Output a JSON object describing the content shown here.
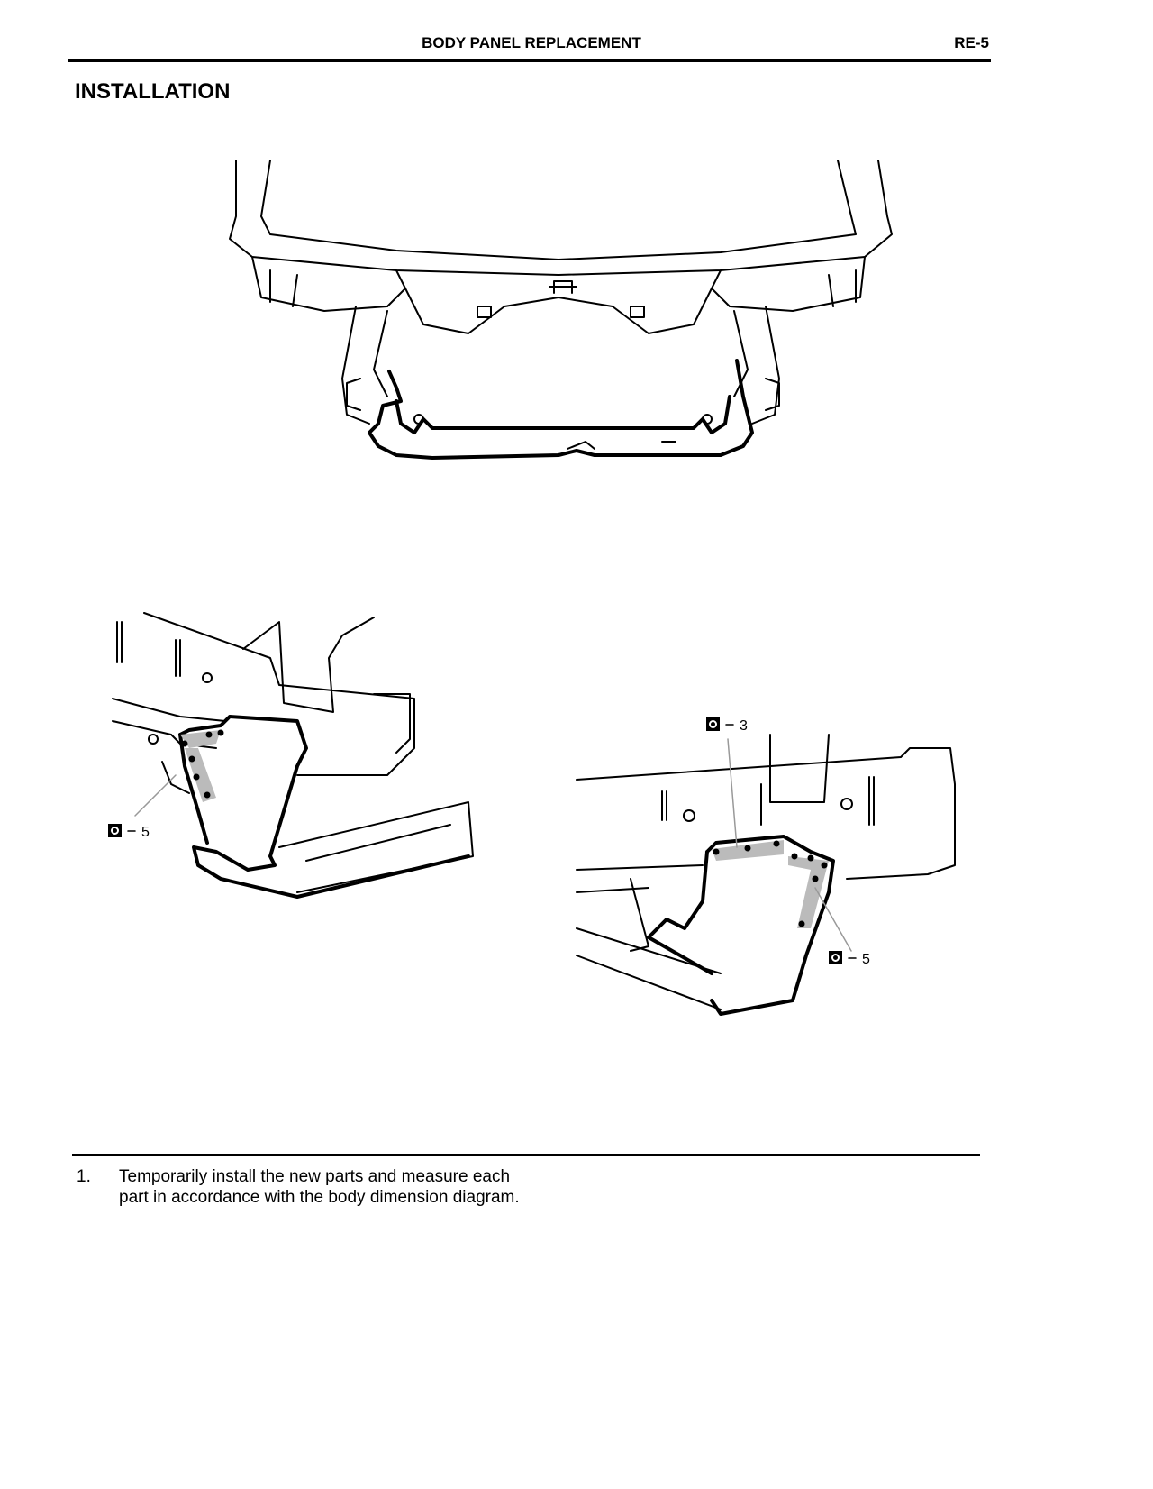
{
  "header": {
    "title": "BODY PANEL REPLACEMENT",
    "page": "RE-5"
  },
  "section_title": "INSTALLATION",
  "figures": {
    "left_detail": {
      "weld_label": "5"
    },
    "right_detail": {
      "weld_label_top": "3",
      "weld_label_bottom": "5"
    }
  },
  "steps": [
    {
      "number": "1.",
      "text": "Temporarily install the new parts and measure each part in accordance with the body dimension diagram."
    }
  ]
}
